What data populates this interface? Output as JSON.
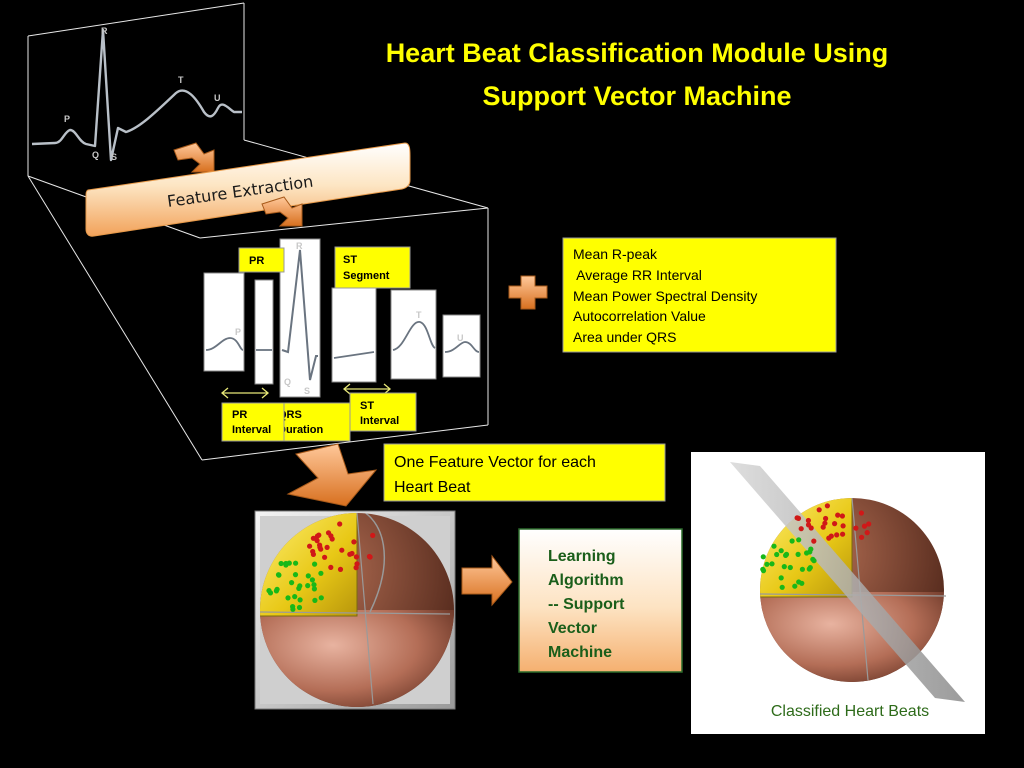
{
  "title": {
    "line1": "Heart Beat Classification Module Using",
    "line2": "Support Vector Machine"
  },
  "ecg_labels": {
    "p": "P",
    "q": "Q",
    "r": "R",
    "s": "S",
    "t": "T",
    "u": "U"
  },
  "feature_extraction_label": "Feature Extraction",
  "segment_labels": {
    "pr": "PR",
    "st_segment_1": "ST",
    "st_segment_2": "Segment",
    "pr_interval_1": "PR",
    "pr_interval_2": "Interval",
    "qrs_duration_1": "QRS",
    "qrs_duration_2": "Duration",
    "st_interval_1": "ST",
    "st_interval_2": "Interval"
  },
  "features": [
    "Mean R-peak",
    " Average RR Interval",
    "Mean Power Spectral Density",
    "Autocorrelation Value",
    "Area under QRS"
  ],
  "feature_vector_label": {
    "line1": "One Feature Vector for each",
    "line2": "Heart Beat"
  },
  "learning_algorithm": [
    "Learning",
    "Algorithm",
    "-- Support",
    "Vector",
    "Machine"
  ],
  "classified_label": "Classified Heart Beats",
  "colors": {
    "title": "#ffff00",
    "label_box": "#ffff00",
    "class_a_points": "#d01818",
    "class_b_points": "#18b818",
    "learning_text": "#1a5e1a"
  }
}
